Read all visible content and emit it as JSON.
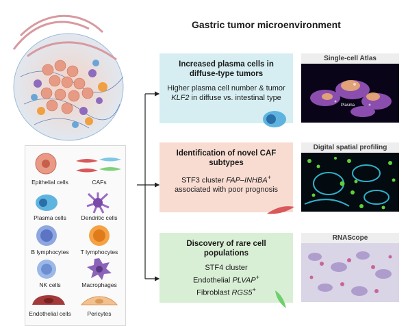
{
  "title": "Gastric tumor microenvironment",
  "panels": [
    {
      "heading": "Increased plasma cells in diffuse-type tumors",
      "body_pre": "Higher plasma cell number & tumor ",
      "body_em": "KLF2",
      "body_post": " in diffuse vs. intestinal type",
      "image_title": "Single-cell Atlas",
      "image_label": "Plasma",
      "color": "#d6eef1"
    },
    {
      "heading": "Identification of novel CAF subtypes",
      "body_pre": "STF3 cluster ",
      "body_em": "FAP–INHBA",
      "body_sup": "+",
      "body_post": " associated with poor prognosis",
      "image_title": "Digital spatial profiling",
      "color": "#f8dcd2"
    },
    {
      "heading": "Discovery of rare cell populations",
      "line1": "STF4 cluster",
      "line2_pre": "Endothelial ",
      "line2_em": "PLVAP",
      "line2_sup": "+",
      "line3_pre": "Fibroblast ",
      "line3_em": "RGS5",
      "line3_sup": "+",
      "image_title": "RNAScope",
      "color": "#d9efd5"
    }
  ],
  "legend": [
    {
      "label": "Epithelial cells",
      "icon": "epithelial-cell-icon"
    },
    {
      "label": "CAFs",
      "icon": "caf-icon"
    },
    {
      "label": "Plasma cells",
      "icon": "plasma-cell-icon"
    },
    {
      "label": "Dendritic cells",
      "icon": "dendritic-cell-icon"
    },
    {
      "label": "B lymphocytes",
      "icon": "b-lymphocyte-icon"
    },
    {
      "label": "T lymphocytes",
      "icon": "t-lymphocyte-icon"
    },
    {
      "label": "NK cells",
      "icon": "nk-cell-icon"
    },
    {
      "label": "Macrophages",
      "icon": "macrophage-icon"
    },
    {
      "label": "Endothelial cells",
      "icon": "endothelial-cell-icon"
    },
    {
      "label": "Pericytes",
      "icon": "pericyte-icon"
    }
  ]
}
